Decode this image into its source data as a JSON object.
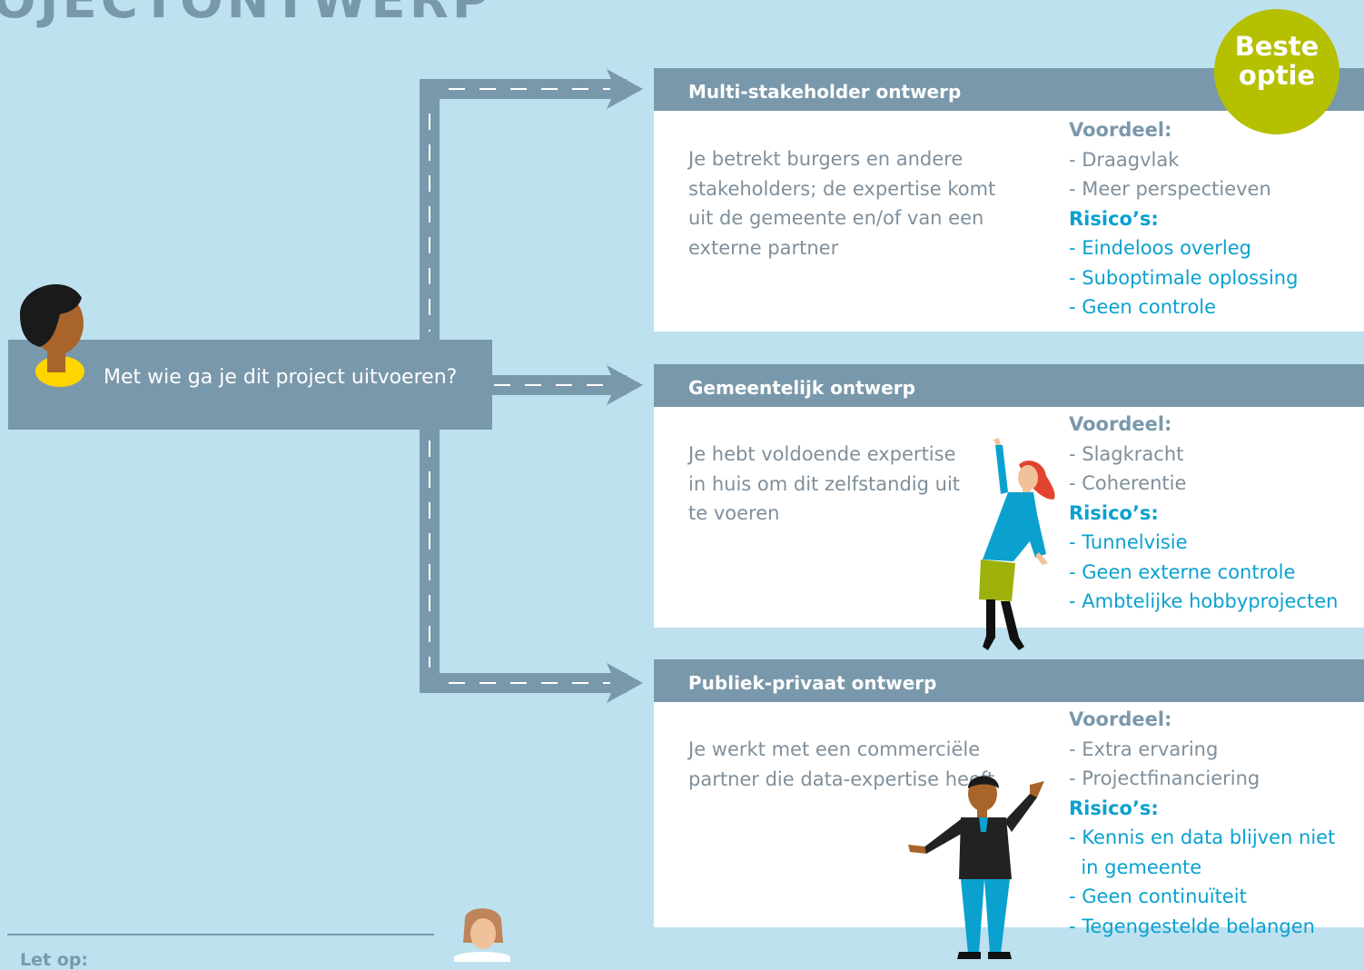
{
  "page": {
    "title": "OJECTONTWERP"
  },
  "question": {
    "text": "Met wie ga je dit project uitvoeren?"
  },
  "badge": {
    "line1": "Beste",
    "line2": "optie",
    "color": "#b4c000"
  },
  "options": [
    {
      "title": "Multi-stakeholder ontwerp",
      "description": "Je betrekt burgers en andere stakeholders; de expertise komt uit de gemeente en/of van een externe partner",
      "pros_heading": "Voordeel:",
      "pros": [
        "- Draagvlak",
        "- Meer perspectieven"
      ],
      "risks_heading": "Risico’s:",
      "risks": [
        "- Eindeloos overleg",
        "- Suboptimale oplossing",
        "- Geen controle"
      ]
    },
    {
      "title": "Gemeentelijk ontwerp",
      "description": "Je hebt voldoende expertise in huis om dit zelfstandig uit te voeren",
      "pros_heading": "Voordeel:",
      "pros": [
        "- Slagkracht",
        "- Coherentie"
      ],
      "risks_heading": "Risico’s:",
      "risks": [
        "- Tunnelvisie",
        "- Geen externe controle",
        "- Ambtelijke hobbyprojecten"
      ]
    },
    {
      "title": "Publiek-privaat ontwerp",
      "description": "Je werkt met een commerciële partner die data-expertise heeft",
      "pros_heading": "Voordeel:",
      "pros": [
        "- Extra ervaring",
        "- Projectfinanciering"
      ],
      "risks_heading": "Risico’s:",
      "risks": [
        "- Kennis en data blijven niet",
        "  in gemeente",
        "- Geen continuïteit",
        "- Tegengestelde belangen"
      ]
    }
  ],
  "footer": {
    "label": "Let op:"
  },
  "colors": {
    "background": "#bde1ef",
    "road": "#7a98ab",
    "accent": "#0aa1cf"
  }
}
